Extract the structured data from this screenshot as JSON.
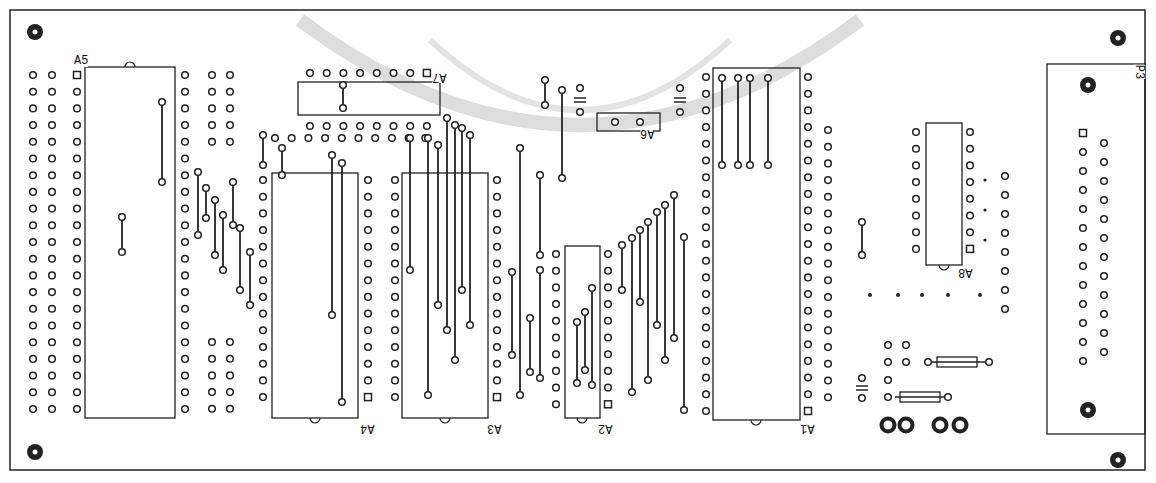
{
  "diagram": {
    "labels": [
      "A5",
      "A7",
      "A6",
      "A4",
      "A3",
      "A2",
      "A1",
      "A8",
      "P3"
    ]
  }
}
